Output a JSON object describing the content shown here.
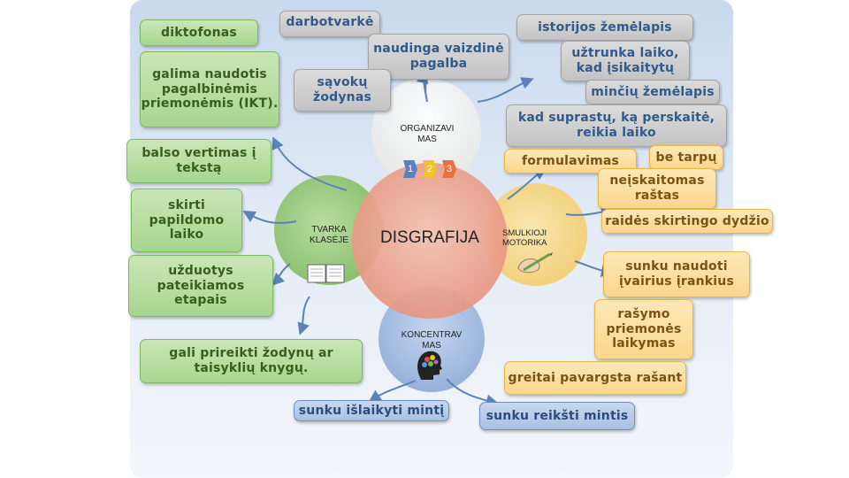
{
  "center": {
    "title": "DISGRAFIJA",
    "organizavimas": "ORGANIZAVI MAS",
    "tvarka": "TVARKA KLASĖJE",
    "motorika": "SMULKIOJI MOTORIKA",
    "koncentravimas": "KONCENTRAV MAS"
  },
  "steps": [
    "1",
    "2",
    "3"
  ],
  "left_boxes": [
    "diktofonas",
    "galima naudotis pagalbinėmis priemonėmis (IKT).",
    "balso vertimas į tekstą",
    "skirti papildomo laiko",
    "užduotys pateikiamos etapais",
    "gali prireikti žodynų ar taisyklių knygų."
  ],
  "top_boxes": {
    "darbotvarke": "darbotvarkė",
    "naudinga": "naudinga vaizdinė pagalba",
    "savoku": "sąvokų žodynas",
    "istorijos": "istorijos žemėlapis",
    "uztrunka": "užtrunka laiko, kad įsikaitytų",
    "minciu": "minčių žemėlapis",
    "kad_suprastu": "kad suprastų, ką perskaitė, reikia laiko"
  },
  "right_boxes": {
    "formulavimas": "formulavimas",
    "be_tarpu": "be tarpų",
    "neiskaitomas": "neįskaitomas raštas",
    "raides": "raidės skirtingo dydžio",
    "sunku_naudoti": "sunku naudoti įvairius įrankius",
    "rasymo": "rašymo priemonės laikymas",
    "greitai": "greitai pavargsta rašant"
  },
  "bottom_boxes": {
    "islaikyti": "sunku išlaikyti mintį",
    "reiksti": "sunku reikšti mintis"
  },
  "colors": {
    "green": "#a8d58f",
    "grey": "#c3c3c3",
    "orange": "#fbd78d",
    "blue": "#a9c1e2",
    "center_circle": "#e9a090",
    "organize_circle": "#f3f3f3",
    "order_circle": "#8fc472",
    "motor_circle": "#f4d58a",
    "focus_circle": "#9cb5dc",
    "arrow": "#5b82b8"
  },
  "icons": [
    "notebook-icon",
    "pencil-hand-icon",
    "brain-head-icon"
  ]
}
